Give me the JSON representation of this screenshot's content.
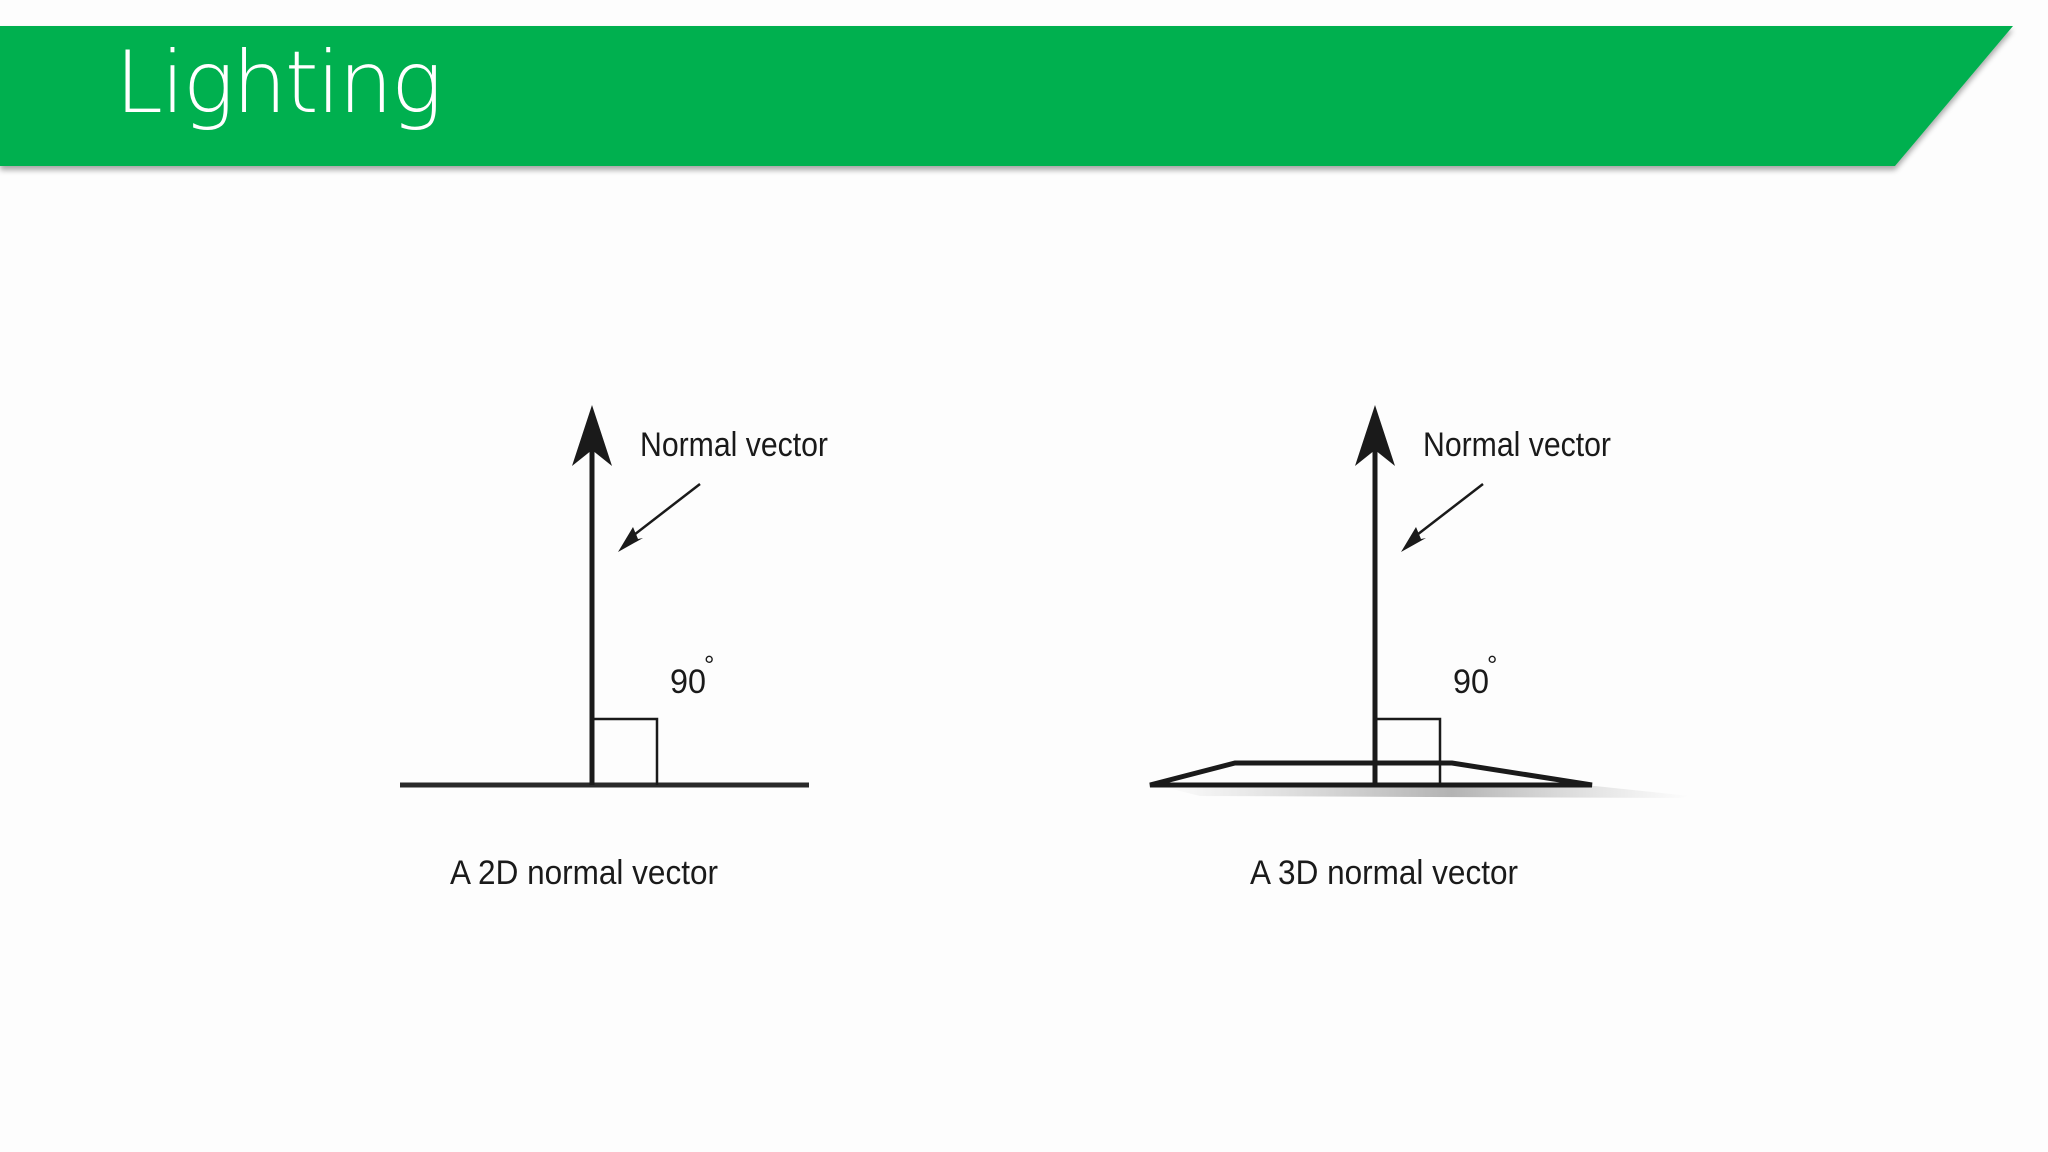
{
  "slide": {
    "title": "Lighting",
    "accent_color": "#00b050"
  },
  "figures": [
    {
      "id": "2d",
      "vector_label": "Normal vector",
      "angle_label": "90",
      "degree_symbol": "°",
      "caption": "A 2D normal vector"
    },
    {
      "id": "3d",
      "vector_label": "Normal vector",
      "angle_label": "90",
      "degree_symbol": "°",
      "caption": "A 3D normal vector"
    }
  ]
}
